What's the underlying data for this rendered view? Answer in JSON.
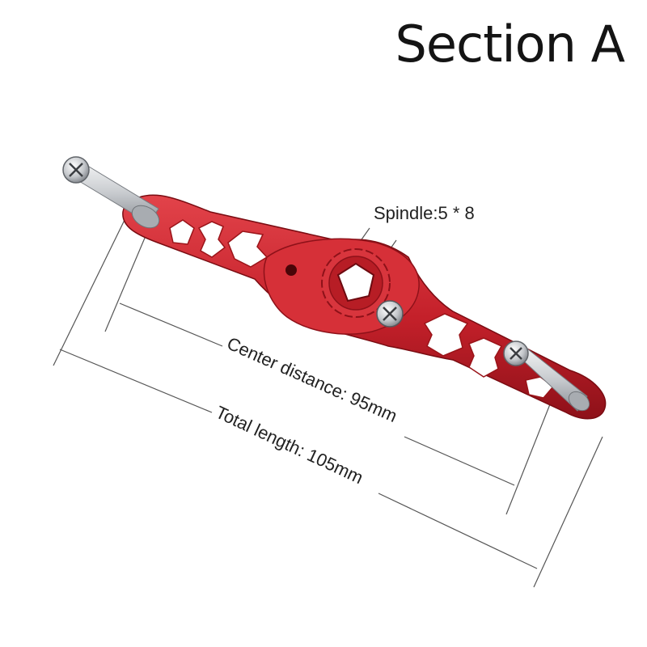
{
  "title": "Section A",
  "annotations": {
    "spindle": "Spindle:5 * 8",
    "center_distance": "Center distance: 95mm",
    "total_length": "Total length: 105mm"
  },
  "colors": {
    "handle": "#c4202a",
    "handle_dark": "#8e1119",
    "handle_light": "#e2434a",
    "metal": "#c9ccd0",
    "dimension_line": "#555555"
  }
}
